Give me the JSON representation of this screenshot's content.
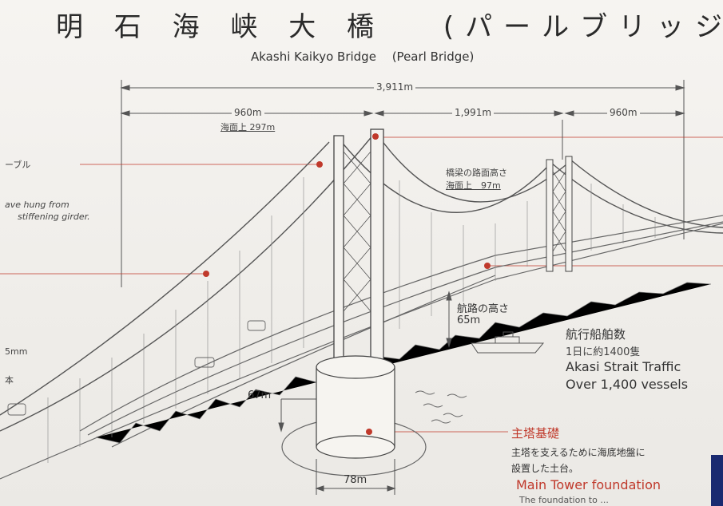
{
  "title_jp": "明 石 海 峡 大 橋 　(パールブリッジ)",
  "title_en": "Akashi Kaikyo Bridge　 (Pearl Bridge)",
  "dimensions": {
    "total": "3,911m",
    "left_span": "960m",
    "center_span": "1,991m",
    "right_span": "960m",
    "tower_height": "海面上 297m",
    "road_height": "橋梁の路面高さ\n海面上 97m",
    "road_height_line1": "橋梁の路面高さ",
    "road_height_line2": "海面上　97m",
    "navigation_height_jp": "航路の高さ",
    "navigation_height_val": "65m",
    "foundation_depth": "67m",
    "foundation_width": "78m"
  },
  "left_labels": {
    "cable": "ーブル",
    "hung_line1": "ave hung from",
    "hung_line2": "stiffening girder.",
    "mm": "5mm",
    "hon": "本"
  },
  "traffic": {
    "jp_title": "航行船舶数",
    "jp_count": "1日に約1400隻",
    "en_line1": "Akasi Strait Traffic",
    "en_line2": "Over 1,400 vessels"
  },
  "foundation": {
    "jp_title": "主塔基礎",
    "jp_desc1": "主塔を支えるために海底地盤に",
    "jp_desc2": "設置した土台。",
    "en_title": "Main Tower foundation",
    "en_desc": "The foundation to ..."
  },
  "colors": {
    "accent_red": "#c0392b",
    "line": "#555555"
  }
}
